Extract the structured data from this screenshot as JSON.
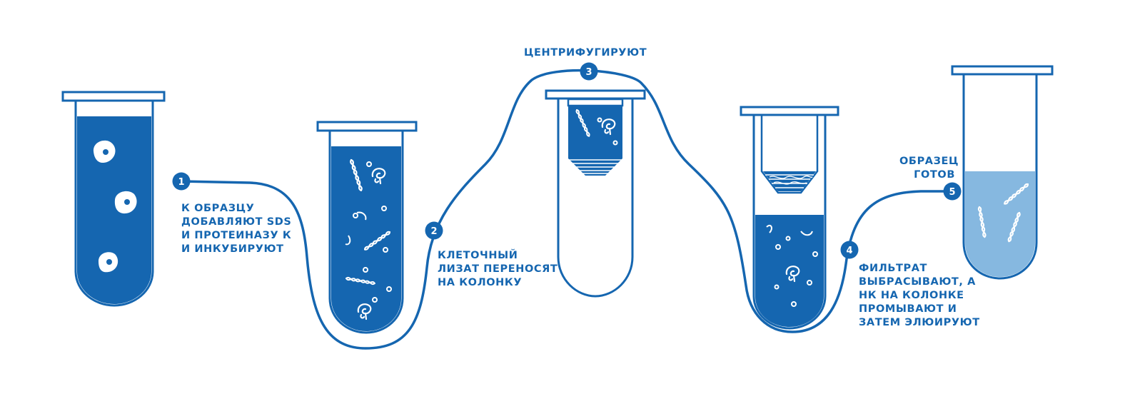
{
  "steps": [
    {
      "number": "1",
      "lines": [
        "К ОБРАЗЦУ",
        "ДОБАВЛЯЮТ SDS",
        "И ПРОТЕИНАЗУ К",
        "И ИНКУБИРУЮТ"
      ]
    },
    {
      "number": "2",
      "lines": [
        "КЛЕТОЧНЫЙ",
        "ЛИЗАТ ПЕРЕНОСЯТ",
        "НА КОЛОНКУ"
      ]
    },
    {
      "number": "3",
      "lines": [
        "ЦЕНТРИФУГИРУЮТ"
      ]
    },
    {
      "number": "4",
      "lines": [
        "ФИЛЬТРАТ",
        "ВЫБРАСЫВАЮТ, А",
        "НК НА КОЛОНКЕ",
        "ПРОМЫВАЮТ И",
        "ЗАТЕМ ЭЛЮИРУЮТ"
      ]
    },
    {
      "number": "5",
      "lines": [
        "ОБРАЗЕЦ",
        "ГОТОВ"
      ]
    }
  ],
  "colors": {
    "primary": "#1566b0",
    "light_blue": "#86b8e0",
    "background": "#ffffff"
  }
}
